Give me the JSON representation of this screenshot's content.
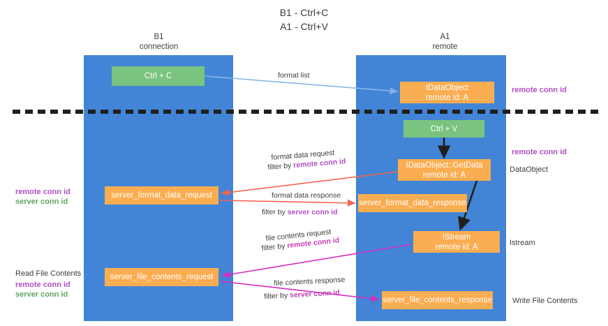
{
  "title": {
    "line1": "B1 - Ctrl+C",
    "line2": "A1 - Ctrl+V"
  },
  "columns": [
    {
      "name": "B1",
      "role": "connection"
    },
    {
      "name": "A1",
      "role": "remote"
    }
  ],
  "nodes": {
    "ctrl_c": {
      "label": "Ctrl + C",
      "color": "#7ac47f"
    },
    "idataobject": {
      "label": "IDataObject",
      "sub": "remote id: A",
      "color": "#fbad51"
    },
    "ctrl_v": {
      "label": "Ctrl + V",
      "color": "#7ac47f"
    },
    "getdata": {
      "label": "IDataObject::GetData",
      "sub": "remote id: A",
      "color": "#fbad51"
    },
    "server_format_data_request": {
      "label": "server_format_data_request",
      "color": "#fbad51"
    },
    "server_format_data_response": {
      "label": "server_format_data_response",
      "color": "#fbad51"
    },
    "istream": {
      "label": "IStream",
      "sub": "remote id: A",
      "color": "#fbad51"
    },
    "server_file_contents_request": {
      "label": "server_file_contents_request",
      "color": "#fbad51"
    },
    "server_file_contents_response": {
      "label": "server_file_contents_response",
      "color": "#fbad51"
    }
  },
  "edge_labels": {
    "format_list": "format list",
    "format_data_request": "format data request",
    "format_data_request_filter_prefix": "filter by ",
    "format_data_request_filter_value": "remote conn id",
    "format_data_response": "format data response",
    "format_data_response_filter_prefix": "filter by ",
    "format_data_response_filter_value": "server conn id",
    "file_contents_request": "file contents request",
    "file_contents_request_filter_prefix": "filter by ",
    "file_contents_request_filter_value": "remote conn id",
    "file_contents_response": "file contents response",
    "file_contents_response_filter_prefix": "filter by ",
    "file_contents_response_filter_value": "server conn id"
  },
  "annotations": {
    "remote_conn_id_top": "remote conn id",
    "remote_conn_id_mid": "remote conn id",
    "dataobject": "DataObject",
    "istream": "Istream",
    "write_file_contents": "Write File Contents",
    "read_file_contents": "Read File Contents",
    "left_remote_conn_id_1": "remote conn id",
    "left_server_conn_id_1": "server conn id",
    "left_remote_conn_id_2": "remote conn id",
    "left_server_conn_id_2": "server conn id"
  },
  "colors": {
    "lane": "#4285d6",
    "green_node": "#7ac47f",
    "orange_node": "#fbad51",
    "purple_text": "#b14fc4",
    "green_text": "#5fa463",
    "magenta_arrow": "#d62fbe",
    "red_arrow": "#f4634f",
    "blue_arrow": "#8ab8e8",
    "divider": "#1f1f1f"
  }
}
